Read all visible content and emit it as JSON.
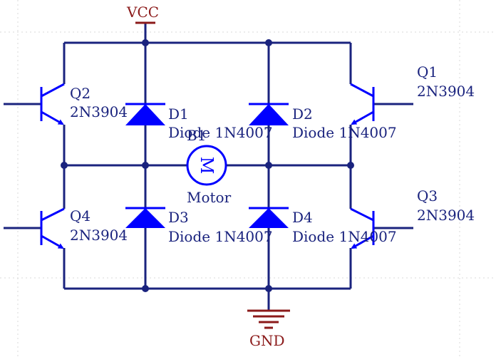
{
  "power": {
    "vcc": "VCC",
    "gnd": "GND"
  },
  "transistors": [
    {
      "ref": "Q1",
      "part": "2N3904"
    },
    {
      "ref": "Q2",
      "part": "2N3904"
    },
    {
      "ref": "Q3",
      "part": "2N3904"
    },
    {
      "ref": "Q4",
      "part": "2N3904"
    }
  ],
  "diodes": [
    {
      "ref": "D1",
      "part": "Diode 1N4007"
    },
    {
      "ref": "D2",
      "part": "Diode 1N4007"
    },
    {
      "ref": "D3",
      "part": "Diode 1N4007"
    },
    {
      "ref": "D4",
      "part": "Diode 1N4007"
    }
  ],
  "motor": {
    "ref": "B1",
    "symbol": "M",
    "label": "Motor"
  },
  "colors": {
    "wire": "#1a237e",
    "component": "#0000ff",
    "power": "#8b1a1a",
    "background": "#ffffff"
  }
}
